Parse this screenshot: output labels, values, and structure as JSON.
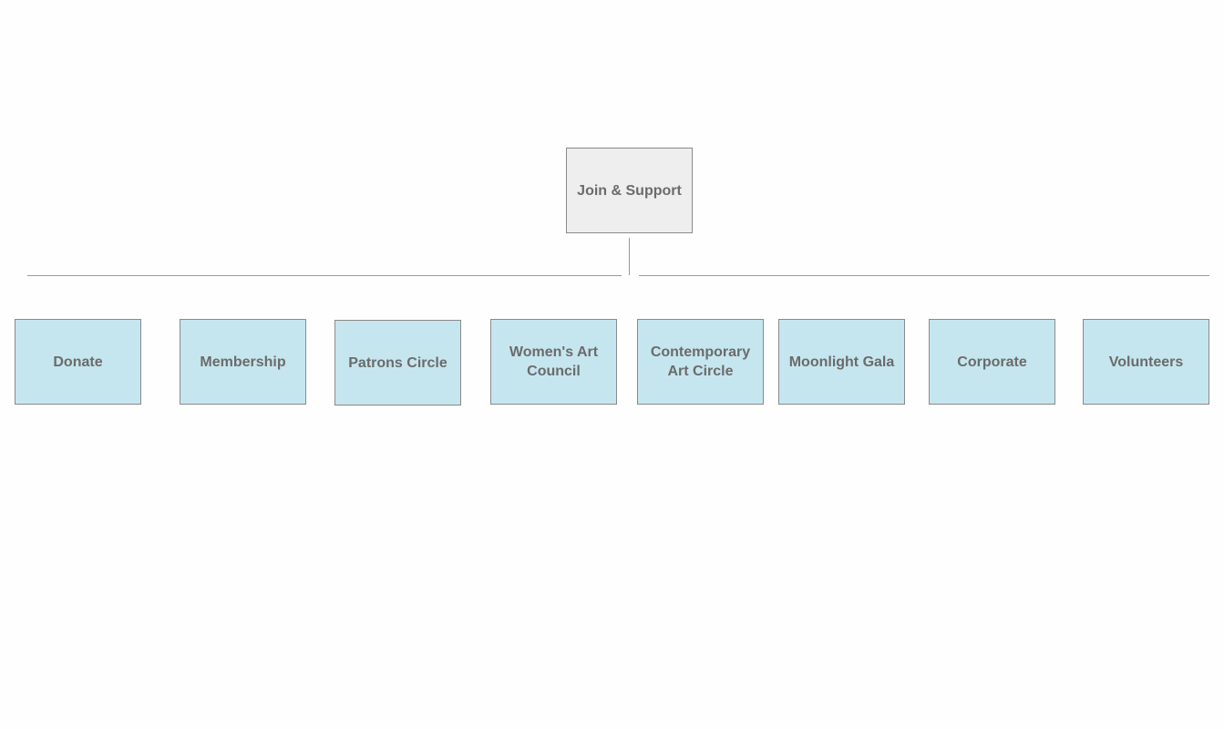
{
  "diagram": {
    "root": {
      "label": "Join & Support"
    },
    "children": [
      {
        "label": "Donate"
      },
      {
        "label": "Membership"
      },
      {
        "label": "Patrons Circle"
      },
      {
        "label": "Women's Art Council"
      },
      {
        "label": "Contemporary Art Circle"
      },
      {
        "label": "Moonlight Gala"
      },
      {
        "label": "Corporate"
      },
      {
        "label": "Volunteers"
      }
    ]
  },
  "colors": {
    "root_fill": "#eeeeee",
    "child_fill": "#c6e6ef",
    "border": "#8a8a8a",
    "text": "#6b6b6b",
    "connector": "#999999"
  }
}
